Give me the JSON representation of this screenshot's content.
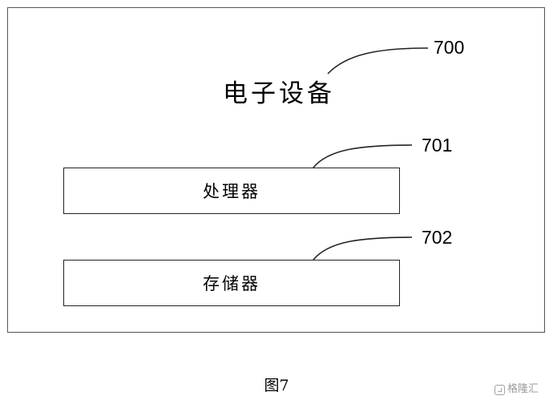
{
  "diagram": {
    "device": {
      "title": "电子设备",
      "ref": "700"
    },
    "components": [
      {
        "label": "处理器",
        "ref": "701"
      },
      {
        "label": "存储器",
        "ref": "702"
      }
    ],
    "caption": "图7",
    "colors": {
      "line": "#222222",
      "frame": "#555555",
      "watermark": "#9a9a9a"
    }
  },
  "watermark": {
    "text": "格隆汇",
    "icon": "watermark-logo-icon"
  }
}
